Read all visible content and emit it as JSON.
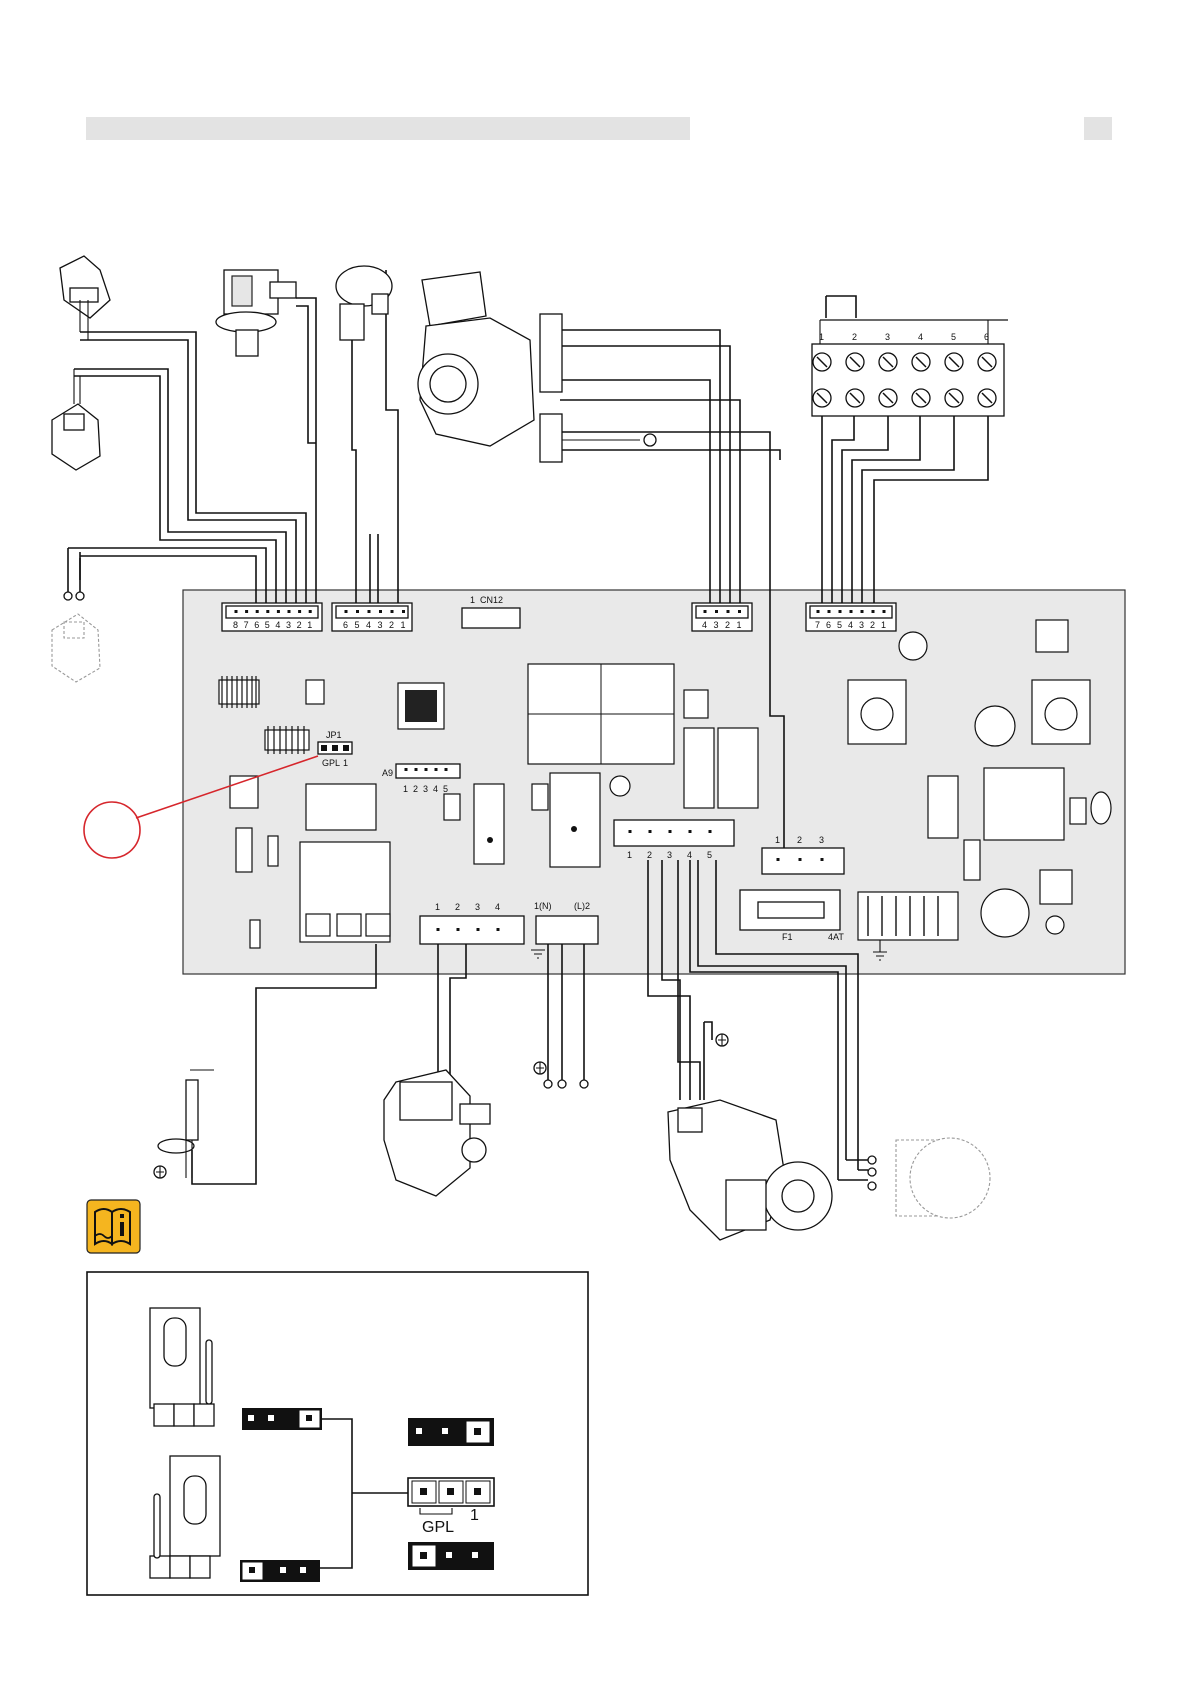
{
  "header": {
    "title_bar_color": "#e3e3e3",
    "page_box_color": "#e3e3e3"
  },
  "board": {
    "fill_color": "#e9e9e9",
    "connectors": {
      "left8": {
        "pins": [
          "8",
          "7",
          "6",
          "5",
          "4",
          "3",
          "2",
          "1"
        ]
      },
      "left6": {
        "pins": [
          "6",
          "5",
          "4",
          "3",
          "2",
          "1"
        ]
      },
      "cn12": {
        "label": "CN12",
        "pin_label": "1"
      },
      "fan4": {
        "pins": [
          "4",
          "3",
          "2",
          "1"
        ]
      },
      "right7": {
        "pins": [
          "7",
          "6",
          "5",
          "4",
          "3",
          "2",
          "1"
        ]
      },
      "jp1": {
        "label": "JP1",
        "gpl": "GPL",
        "pin": "1"
      },
      "a9": {
        "label": "A9",
        "pins": [
          "1",
          "2",
          "3",
          "4",
          "5"
        ]
      },
      "pump5": {
        "pins": [
          "1",
          "2",
          "3",
          "4",
          "5"
        ]
      },
      "sensor3": {
        "pins": [
          "1",
          "2",
          "3"
        ]
      },
      "valve4": {
        "pins": [
          "1",
          "2",
          "3",
          "4"
        ]
      },
      "mains": {
        "pin_n": "1(N)",
        "pin_l": "(L)2"
      },
      "fuse": {
        "label": "F1",
        "rating": "4AT"
      }
    }
  },
  "terminal_block": {
    "labels": [
      "1",
      "2",
      "3",
      "4",
      "5",
      "6"
    ]
  },
  "highlight_color": "#d6262c",
  "info_icon": {
    "color": "#f5b51f",
    "name": "manual-info-icon"
  },
  "inset": {
    "gpl_label": "GPL",
    "pin_label": "1"
  }
}
